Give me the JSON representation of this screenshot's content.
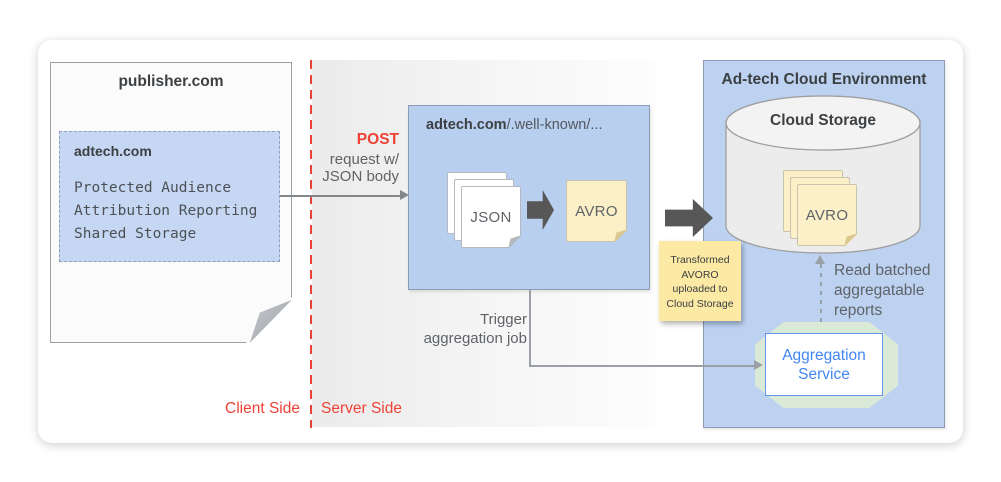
{
  "client_side": {
    "region_label": "Client Side",
    "publisher_doc": {
      "title": "publisher.com",
      "adtech_apis_box": {
        "title": "adtech.com",
        "api_lines": [
          "Protected Audience",
          "Attribution Reporting",
          "Shared Storage"
        ]
      }
    }
  },
  "server_side": {
    "region_label": "Server Side",
    "post_request": {
      "method": "POST",
      "desc_line1": "request w/",
      "desc_line2": "JSON body"
    },
    "endpoint_box": {
      "domain": "adtech.com",
      "path": "/.well-known/...",
      "json_doc_label": "JSON",
      "avro_doc_label": "AVRO"
    },
    "trigger_label": {
      "line1": "Trigger",
      "line2": "aggregation job"
    },
    "sticky_note": {
      "lines": [
        "Transformed",
        "AVORO",
        "uploaded to",
        "Cloud Storage"
      ]
    }
  },
  "cloud_environment": {
    "title": "Ad-tech Cloud Environment",
    "cloud_storage": {
      "title": "Cloud Storage",
      "avro_doc_label": "AVRO"
    },
    "read_reports_label": {
      "line1": "Read batched",
      "line2": "aggregatable",
      "line3": "reports"
    },
    "aggregation_service": {
      "label": "Aggregation Service"
    }
  },
  "icons": {
    "transform_arrow": "bold-right-arrow",
    "upload_arrow": "bold-right-arrow",
    "post_request_arrow": "thin-right-arrow",
    "trigger_arrow": "elbow-right-arrow",
    "read_reports_arrow": "dashed-up-arrow",
    "document_fold": "folded-corner"
  },
  "colors": {
    "blue_fill": "#bdd2f1",
    "inner_blue_fill": "#c5d7f3",
    "blue_border": "#8d9cb3",
    "avro_yellow": "#fbf0c8",
    "sticky_yellow": "#fce9a4",
    "green_fill": "#dbe9d7",
    "service_blue_border": "#5e94e9",
    "service_blue_text": "#4285f4",
    "accent_red": "#ee4236",
    "text_dark": "#3c4043",
    "text_gray": "#5f6368",
    "dark_arrow": "#575757"
  }
}
